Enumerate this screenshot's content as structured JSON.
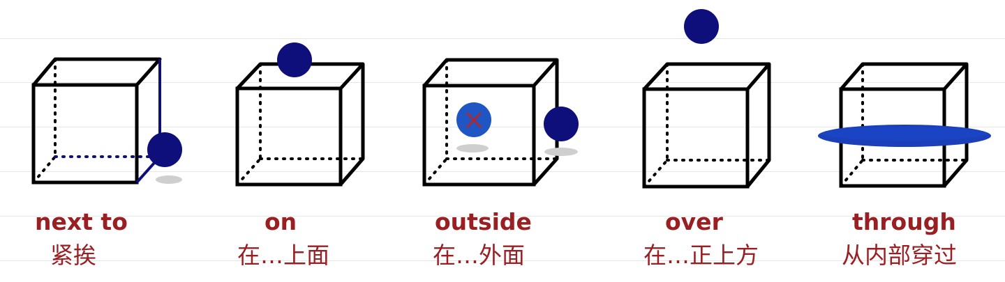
{
  "colors": {
    "cube_edge": "#000000",
    "ball": "#0e0f7a",
    "ball_inner": "#1f56c4",
    "disc": "#1b3fb8",
    "shadow": "#cfcfcf",
    "cross": "#b0272d",
    "label": "#9a1f23",
    "rule": "#e6e6e6"
  },
  "panels": [
    {
      "preposition": "next to",
      "meaning": "紧挨"
    },
    {
      "preposition": "on",
      "meaning": "在…上面"
    },
    {
      "preposition": "outside",
      "meaning": "在…外面"
    },
    {
      "preposition": "over",
      "meaning": "在…正上方"
    },
    {
      "preposition": "through",
      "meaning": "从内部穿过"
    }
  ]
}
